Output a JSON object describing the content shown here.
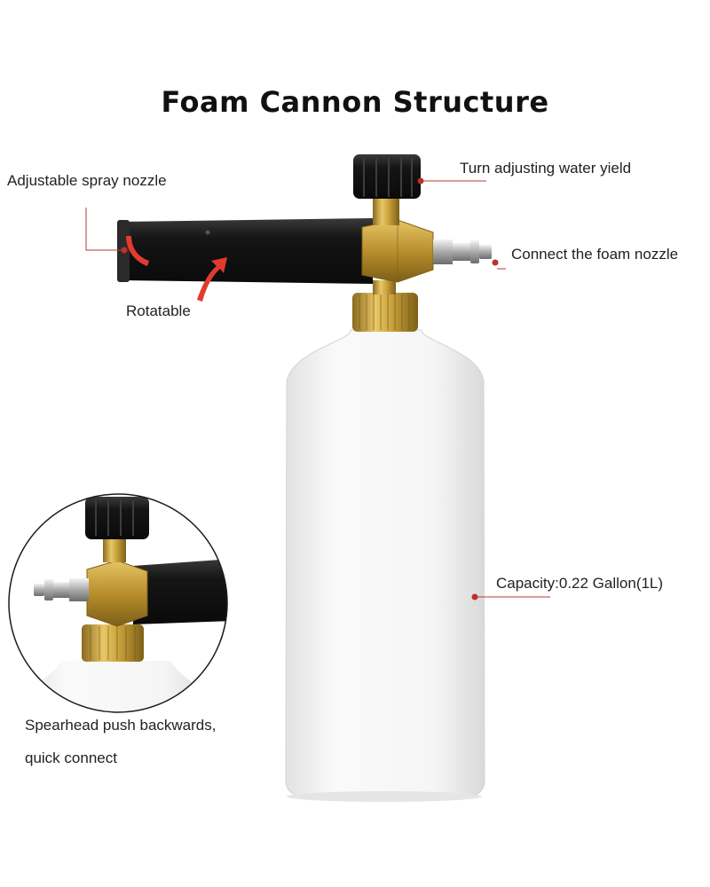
{
  "title": "Foam Cannon Structure",
  "labels": {
    "spray_nozzle": "Adjustable spray nozzle",
    "turn_adjust": "Turn adjusting water yield",
    "connect": "Connect the foam nozzle",
    "rotatable": "Rotatable",
    "capacity": "Capacity:0.22 Gallon(1L)",
    "spearhead_line1": "Spearhead push backwards,",
    "spearhead_line2": "quick connect"
  },
  "colors": {
    "leader": "#b23a3a",
    "dot": "#c0302a",
    "arrow": "#e23b2e",
    "brass": "#c9a23c",
    "bottle": "#f2f2f2",
    "black_part": "#1d1d1d"
  }
}
